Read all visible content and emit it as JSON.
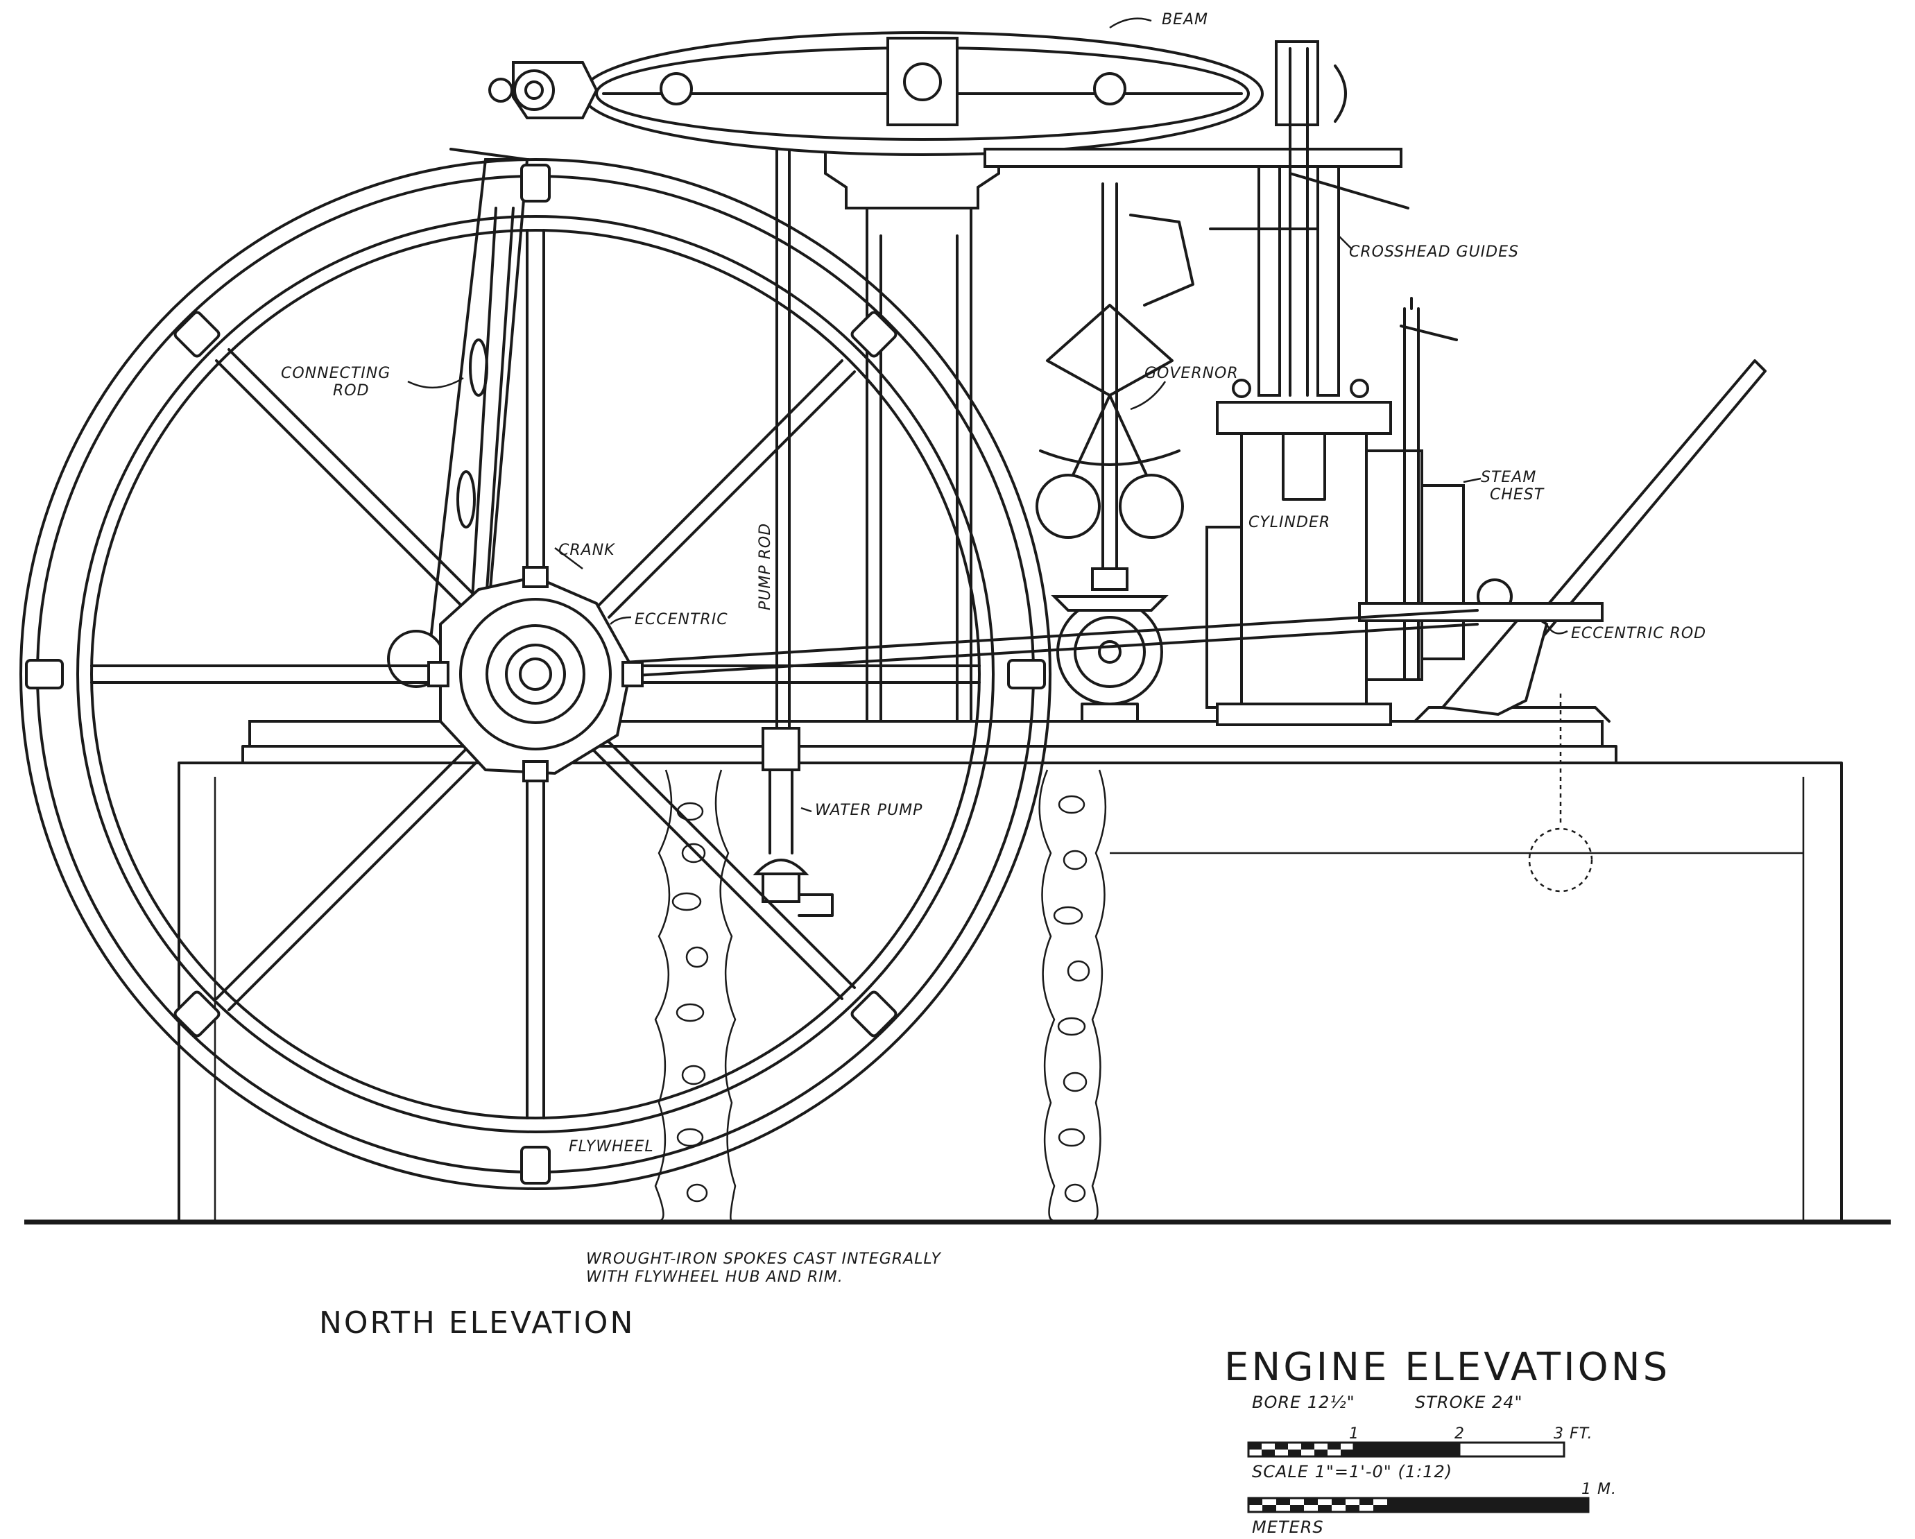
{
  "labels": {
    "beam": "BEAM",
    "crosshead_guides": "CROSSHEAD GUIDES",
    "connecting_rod_1": "CONNECTING",
    "connecting_rod_2": "ROD",
    "governor": "GOVERNOR",
    "steam_chest_1": "STEAM",
    "steam_chest_2": "CHEST",
    "cylinder": "CYLINDER",
    "crank": "CRANK",
    "pump_rod": "PUMP ROD",
    "eccentric": "ECCENTRIC",
    "eccentric_rod": "ECCENTRIC ROD",
    "water_pump": "WATER PUMP",
    "flywheel": "FLYWHEEL",
    "note_line1": "WROUGHT-IRON SPOKES CAST INTEGRALLY",
    "note_line2": "WITH FLYWHEEL HUB AND RIM."
  },
  "view_title": "NORTH ELEVATION",
  "sheet": {
    "title": "ENGINE ELEVATIONS",
    "bore": "BORE 12½\"",
    "stroke": "STROKE 24\"",
    "scale_text": "SCALE 1\"=1'-0\" (1:12)",
    "meters_label": "METERS",
    "ft_ticks": [
      "1",
      "2",
      "3 FT."
    ],
    "m_tick": "1 M."
  }
}
